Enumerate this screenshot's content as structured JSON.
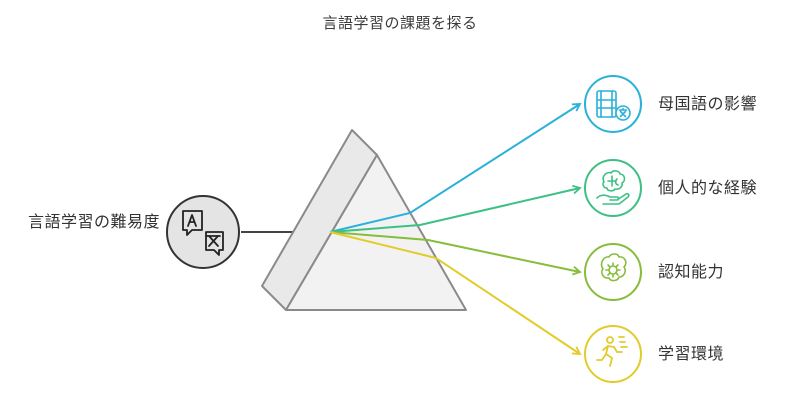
{
  "diagram": {
    "title": "言語学習の課題を探る",
    "source": {
      "label": "言語学習の難易度",
      "icon": "translate-icon"
    },
    "outputs": [
      {
        "label": "母国語の影響",
        "icon": "film-translate-icon",
        "color": "#29b1d9"
      },
      {
        "label": "個人的な経験",
        "icon": "brain-hand-icon",
        "color": "#3dc084"
      },
      {
        "label": "認知能力",
        "icon": "brain-gear-icon",
        "color": "#86bd3a"
      },
      {
        "label": "学習環境",
        "icon": "running-person-icon",
        "color": "#e2cb2a"
      }
    ]
  }
}
